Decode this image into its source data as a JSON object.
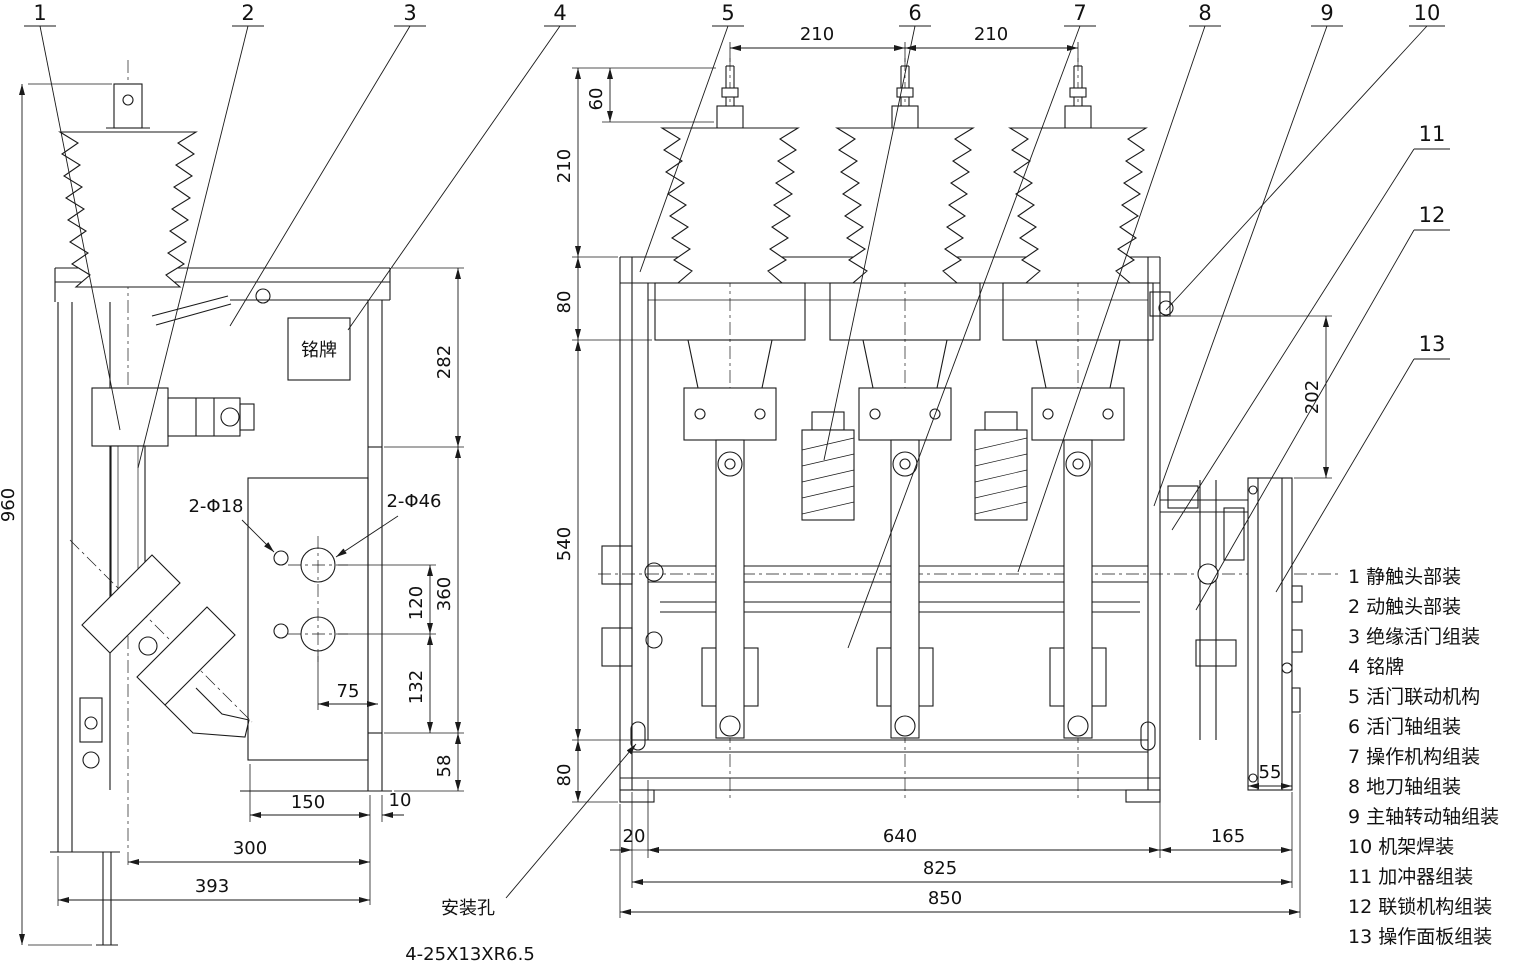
{
  "drawing": {
    "callouts": [
      "1",
      "2",
      "3",
      "4",
      "5",
      "6",
      "7",
      "8",
      "9",
      "10",
      "11",
      "12",
      "13"
    ],
    "legend": [
      "1 静触头部装",
      "2 动触头部装",
      "3 绝缘活门组装",
      "4 铭牌",
      "5 活门联动机构",
      "6 活门轴组装",
      "7 操作机构组装",
      "8 地刀轴组装",
      "9 主轴转动轴组装",
      "10 机架焊装",
      "11 加冲器组装",
      "12 联锁机构组装",
      "13 操作面板组装"
    ],
    "side_view": {
      "nameplate": "铭牌",
      "dims": {
        "total_height": "960",
        "upper": "282",
        "middle": "360",
        "lower": "58",
        "hole_spacing_upper": "120",
        "hole_spacing_lower": "132",
        "hole_offset": "75",
        "depth_inner": "150",
        "depth_gap": "10",
        "depth_mid": "300",
        "depth_total": "393",
        "small_holes": "2-Φ18",
        "large_holes": "2-Φ46"
      }
    },
    "front_view": {
      "mounting_hole_label": "安装孔",
      "mounting_hole_spec": "4-25X13XR6.5",
      "dims": {
        "pitch_left": "210",
        "pitch_right": "210",
        "terminal_height": "60",
        "insulator_height": "210",
        "top_band": "80",
        "frame_height": "540",
        "bottom_band": "80",
        "edge_offset": "20",
        "frame_width": "640",
        "right_section": "165",
        "width_mid": "825",
        "width_total": "850",
        "panel_depth": "55",
        "panel_height": "202"
      }
    }
  }
}
